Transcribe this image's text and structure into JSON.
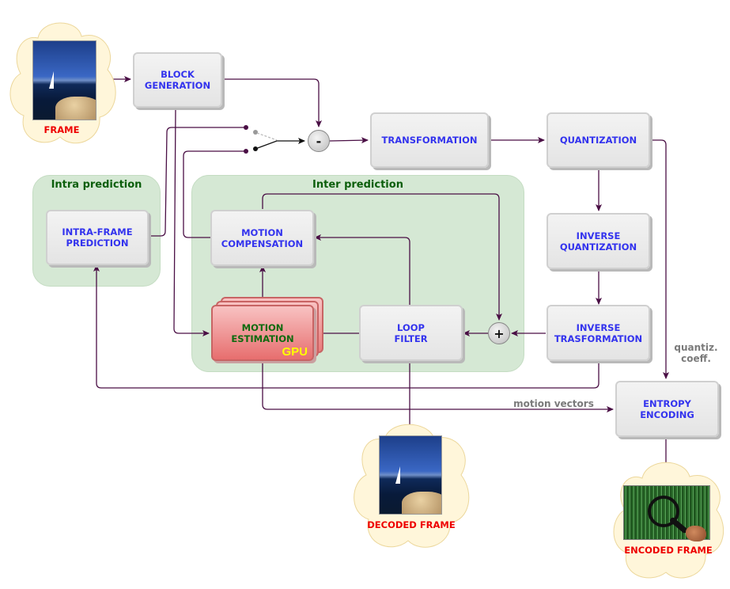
{
  "diagram_title": "Video encoding pipeline with GPU motion estimation",
  "groups": {
    "intra": {
      "title": "Intra prediction"
    },
    "inter": {
      "title": "Inter prediction"
    }
  },
  "nodes": {
    "block_generation": {
      "line1": "BLOCK",
      "line2": "GENERATION"
    },
    "transformation": {
      "line1": "TRANSFORMATION"
    },
    "quantization": {
      "line1": "QUANTIZATION"
    },
    "inverse_quantization": {
      "line1": "INVERSE",
      "line2": "QUANTIZATION"
    },
    "inverse_transformation": {
      "line1": "INVERSE",
      "line2": "TRASFORMATION"
    },
    "entropy_encoding": {
      "line1": "ENTROPY",
      "line2": "ENCODING"
    },
    "intra_frame_prediction": {
      "line1": "INTRA-FRAME",
      "line2": "PREDICTION"
    },
    "motion_compensation": {
      "line1": "MOTION",
      "line2": "COMPENSATION"
    },
    "motion_estimation": {
      "line1": "MOTION",
      "line2": "ESTIMATION",
      "badge": "GPU"
    },
    "loop_filter": {
      "line1": "LOOP",
      "line2": "FILTER"
    }
  },
  "operators": {
    "subtract": "-",
    "add": "+"
  },
  "clouds": {
    "frame": {
      "label": "FRAME",
      "image": "sailboat-photo"
    },
    "decoded_frame": {
      "label": "DECODED FRAME",
      "image": "sailboat-photo"
    },
    "encoded_frame": {
      "label": "ENCODED FRAME",
      "image": "binary-code-magnifier"
    }
  },
  "edge_labels": {
    "quantized_coefficients": {
      "line1": "quantiz.",
      "line2": "coeff."
    },
    "motion_vectors": "motion vectors"
  },
  "colors": {
    "edge": "#4a0f45",
    "node_text": "#3333ee",
    "group_fill": "#d5e8d4",
    "group_title": "#0b5e0b",
    "cloud_label": "#ee0000",
    "gpu_badge": "#ffff00"
  }
}
